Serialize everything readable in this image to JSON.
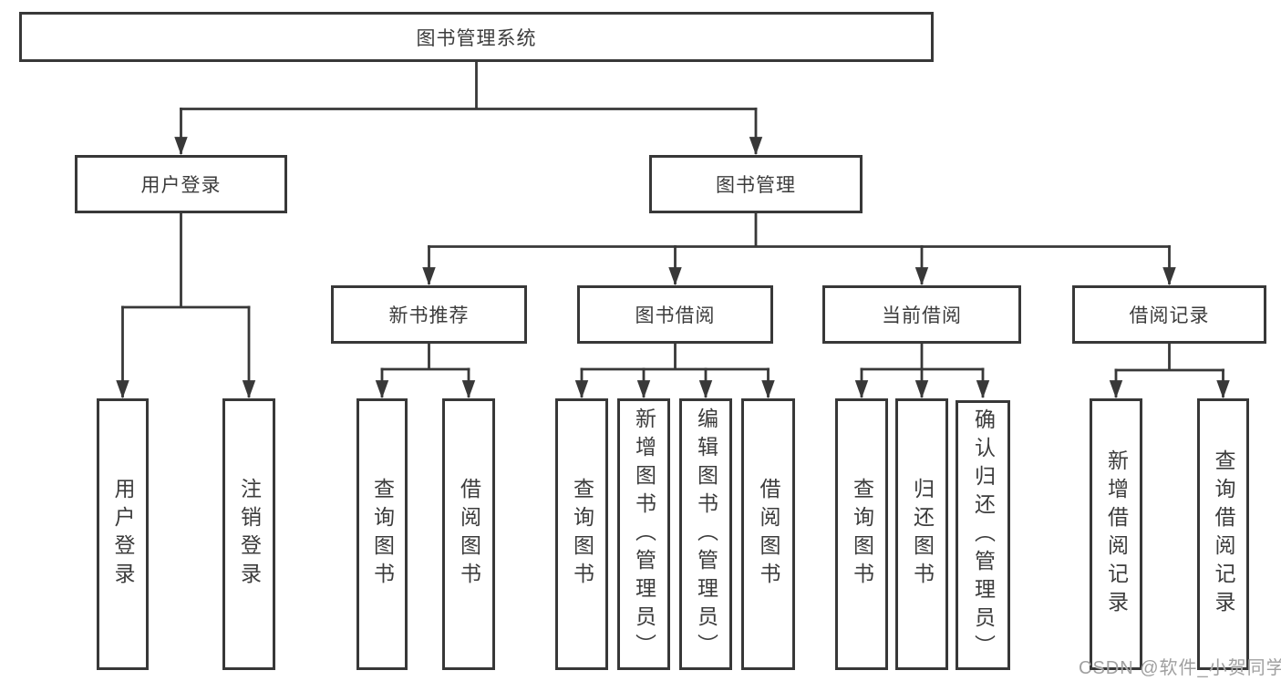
{
  "tree": {
    "label": "图书管理系统",
    "children": [
      {
        "label": "用户登录",
        "children": [
          {
            "label": "用户登录"
          },
          {
            "label": "注销登录"
          }
        ]
      },
      {
        "label": "图书管理",
        "children": [
          {
            "label": "新书推荐",
            "children": [
              {
                "label": "查询图书"
              },
              {
                "label": "借阅图书"
              }
            ]
          },
          {
            "label": "图书借阅",
            "children": [
              {
                "label": "查询图书"
              },
              {
                "label": "新增图书（管理员）"
              },
              {
                "label": "编辑图书（管理员）"
              },
              {
                "label": "借阅图书"
              }
            ]
          },
          {
            "label": "当前借阅",
            "children": [
              {
                "label": "查询图书"
              },
              {
                "label": "归还图书"
              },
              {
                "label": "确认归还（管理员）"
              }
            ]
          },
          {
            "label": "借阅记录",
            "children": [
              {
                "label": "新增借阅记录"
              },
              {
                "label": "查询借阅记录"
              }
            ]
          }
        ]
      }
    ]
  },
  "watermark": {
    "text": "CSDN @软件_小贺同学"
  },
  "colors": {
    "line": "#383838",
    "box_border": "#383838",
    "text": "#3c3c3c",
    "background": "#ffffff",
    "watermark": "#a0a0a0"
  }
}
